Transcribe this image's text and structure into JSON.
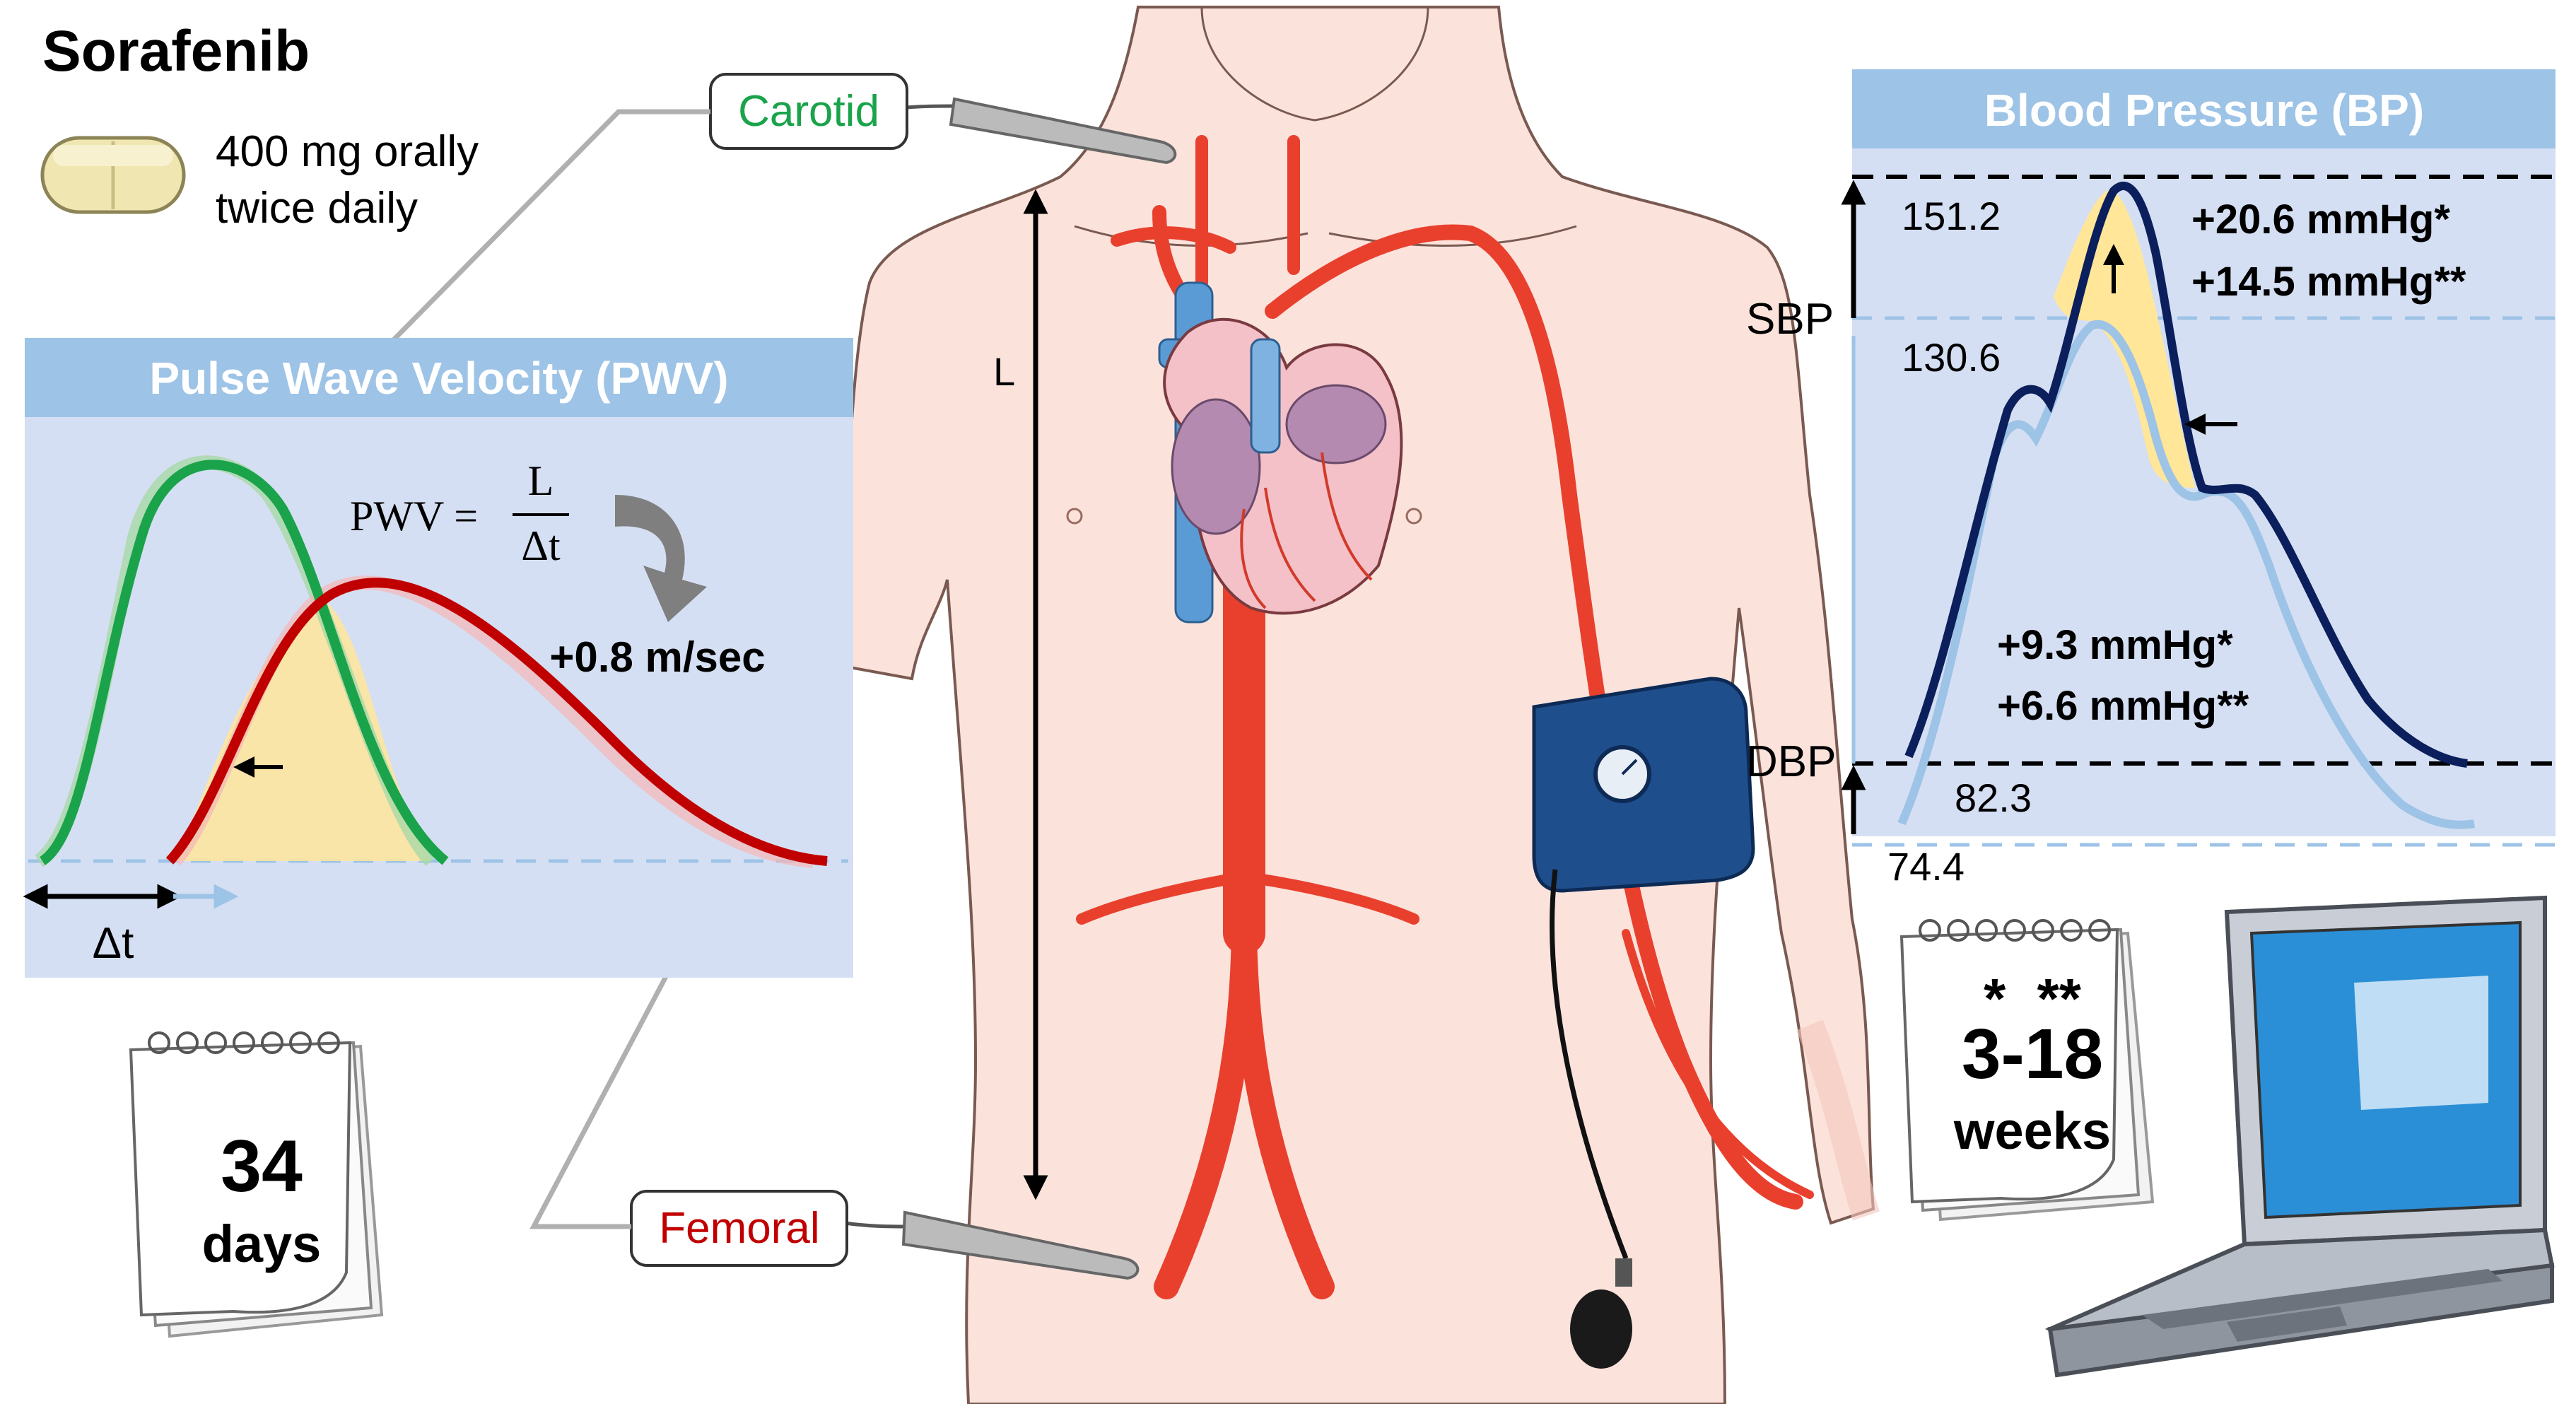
{
  "drug": {
    "name": "Sorafenib",
    "dose_line1": "400 mg orally",
    "dose_line2": "twice daily"
  },
  "probes": {
    "carotid": "Carotid",
    "femoral": "Femoral"
  },
  "pwv_panel": {
    "title": "Pulse Wave Velocity (PWV)",
    "formula_lhs": "PWV =",
    "formula_num": "L",
    "formula_den": "Δt",
    "change": "+0.8 m/sec",
    "delta_label": "Δt"
  },
  "body": {
    "length_label": "L"
  },
  "bp_panel": {
    "title": "Blood Pressure (BP)",
    "sbp_label": "SBP",
    "dbp_label": "DBP",
    "sbp_high": "151.2",
    "sbp_base": "130.6",
    "dbp_high": "82.3",
    "dbp_base": "74.4",
    "sbp_change_1": "+20.6 mmHg*",
    "sbp_change_2": "+14.5 mmHg**",
    "dbp_change_1": "+9.3 mmHg*",
    "dbp_change_2": "+6.6 mmHg**"
  },
  "calendar_left": {
    "number": "34",
    "unit": "days"
  },
  "calendar_right": {
    "marks": "*  **",
    "number": "3-18",
    "unit": "weeks"
  },
  "colors": {
    "panel_bg": "#d5dff3",
    "panel_title_bg": "#9dc3e6",
    "green": "#1aa34a",
    "red": "#c00000",
    "navy": "#0b1f5c",
    "light_blue": "#9dc3e6",
    "artery": "#e9402e",
    "vein": "#5b9bd5",
    "skin": "#fbe3dc"
  }
}
